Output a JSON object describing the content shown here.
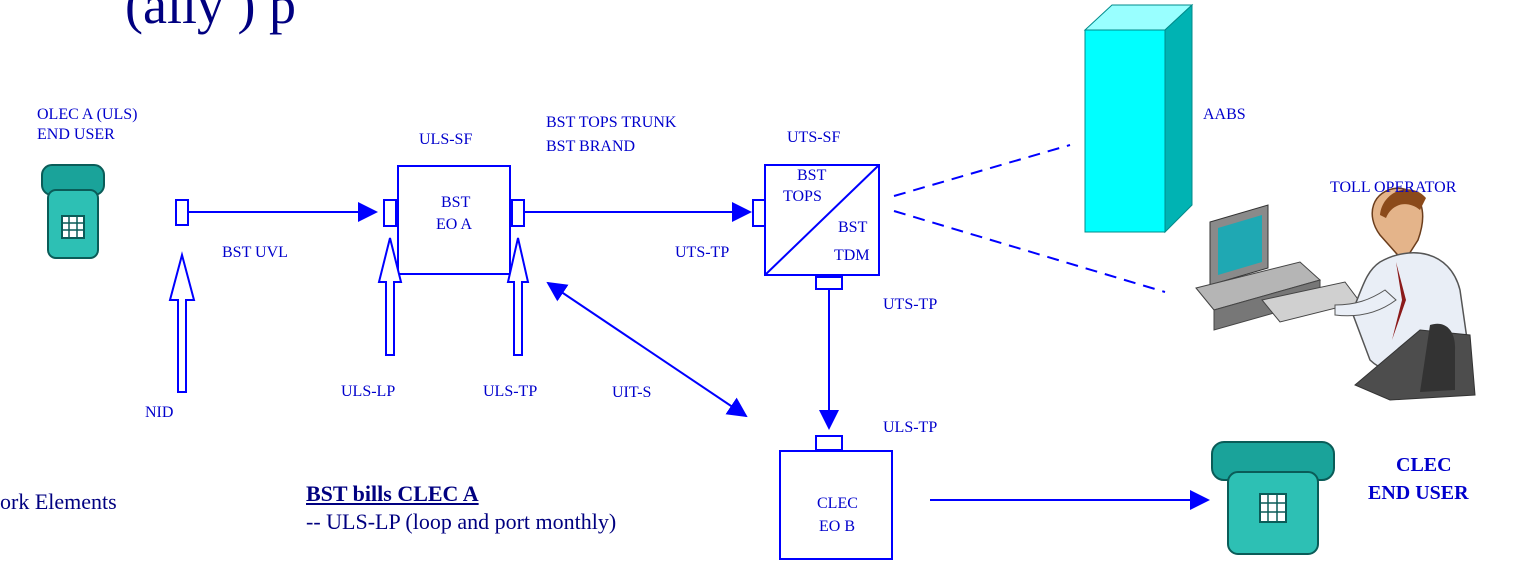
{
  "title_fragment": "(ally                       )                    p",
  "labels": {
    "olec_line1": "OLEC A (ULS)",
    "olec_line2": "END USER",
    "nid": "NID",
    "bst_uvl": "BST UVL",
    "uls_sf": "ULS-SF",
    "bst_eo_a_line1": "BST",
    "bst_eo_a_line2": "EO A",
    "uls_lp": "ULS-LP",
    "uls_tp_left": "ULS-TP",
    "tops_trunk_line1": "BST  TOPS TRUNK",
    "tops_trunk_line2": "BST BRAND",
    "uts_sf": "UTS-SF",
    "tops_line1": "BST",
    "tops_line2": "TOPS",
    "tdm_line1": "BST",
    "tdm_line2": "TDM",
    "uts_tp_left": "UTS-TP",
    "uts_tp_right": "UTS-TP",
    "uit_s": "UIT-S",
    "uls_tp_right": "ULS-TP",
    "clec_eo_line1": "CLEC",
    "clec_eo_line2": "EO B",
    "aabs": "AABS",
    "toll_operator": "TOLL  OPERATOR",
    "clec_user_line1": "CLEC",
    "clec_user_line2": "END USER",
    "legend_partial": "ork Elements",
    "billing_title": "BST bills CLEC A",
    "billing_item": "-- ULS-LP (loop and port monthly)"
  },
  "colors": {
    "line": "#0000ff",
    "text": "#0000cc",
    "tower": "#00ffff",
    "phone": "#1aa39a"
  }
}
